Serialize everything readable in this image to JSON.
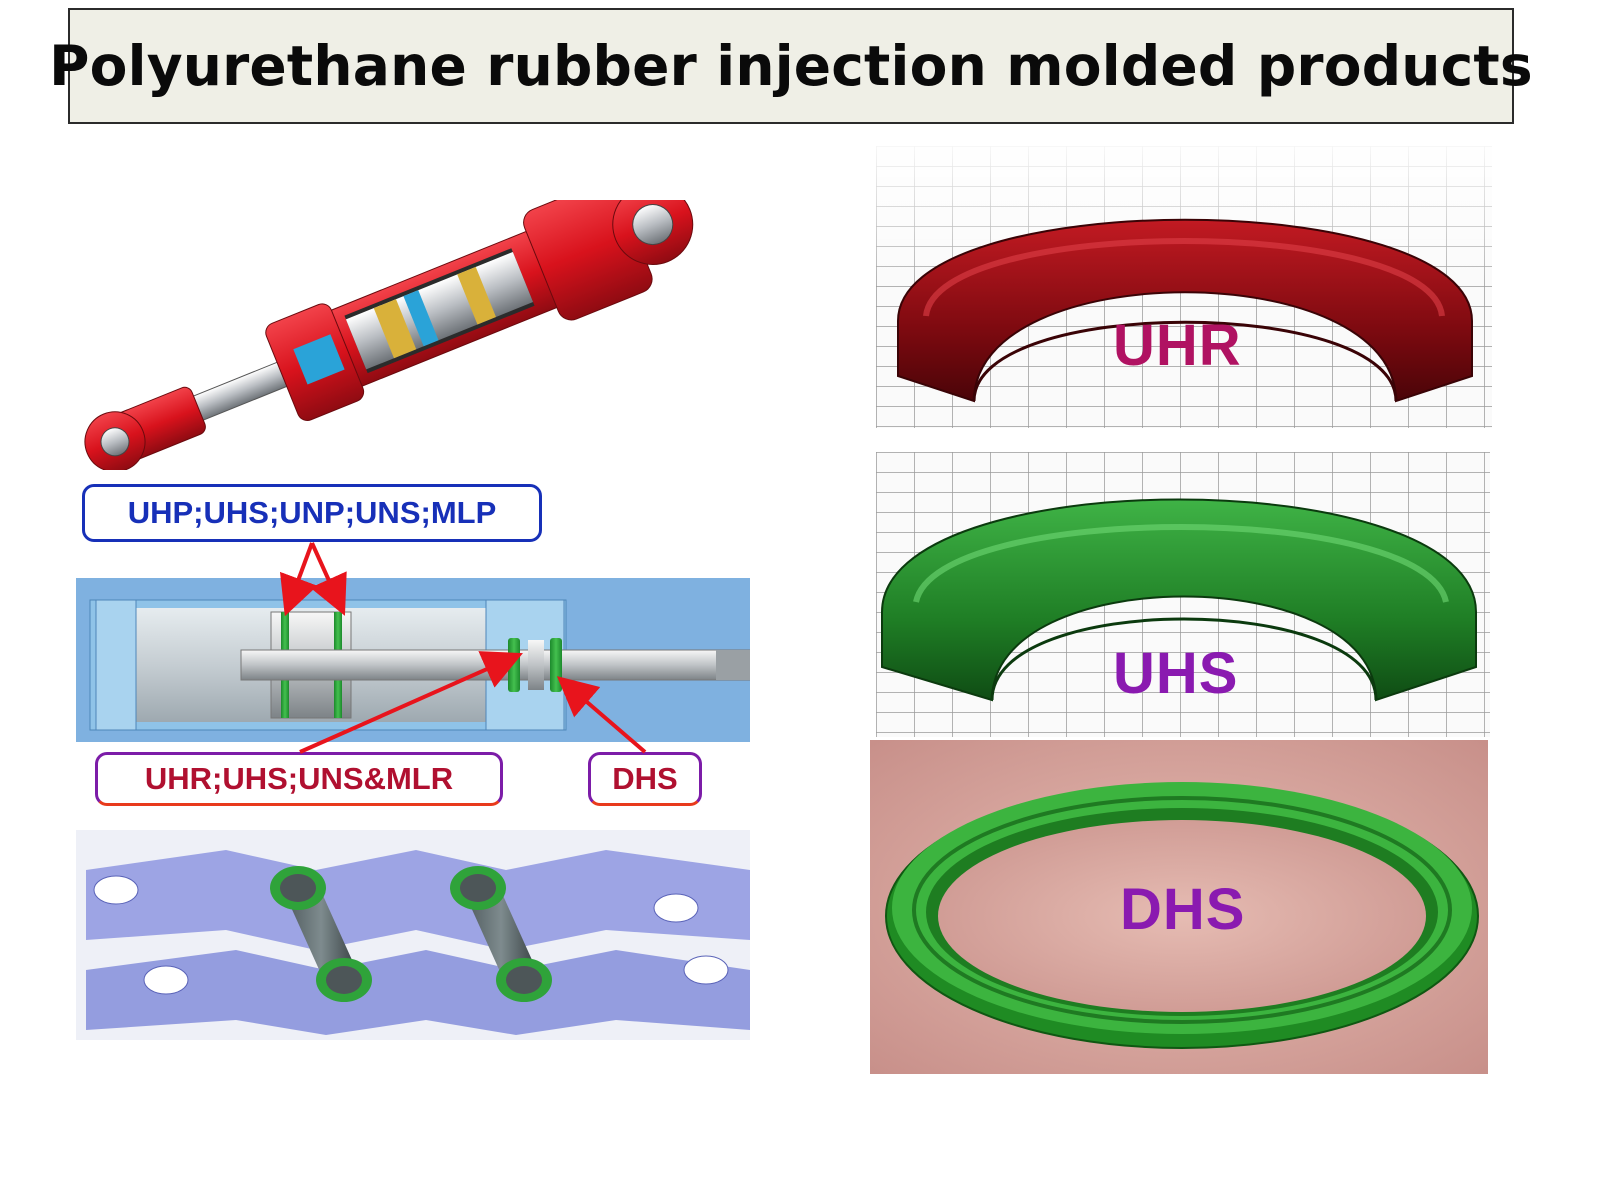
{
  "slide": {
    "title": "Polyurethane rubber injection molded products"
  },
  "callouts": {
    "piston_seals": "UHP;UHS;UNP;UNS;MLP",
    "rod_seals": "UHR;UHS;UNS&MLR",
    "wiper": "DHS"
  },
  "seal_labels": {
    "uhr": "UHR",
    "uhs": "UHS",
    "dhs": "DHS"
  },
  "colors": {
    "arrow": "#e8141c",
    "uhr_seal": "#8e0f14",
    "uhs_seal": "#1f8a25",
    "dhs_seal": "#2fa32f",
    "dhs_background": "#d9a8a0",
    "cylinder_background": "#7fb1e0",
    "cylinder_body": "#e0141e",
    "label_gradient_top": "#7c1ca8",
    "label_gradient_bottom": "#e0185a"
  }
}
